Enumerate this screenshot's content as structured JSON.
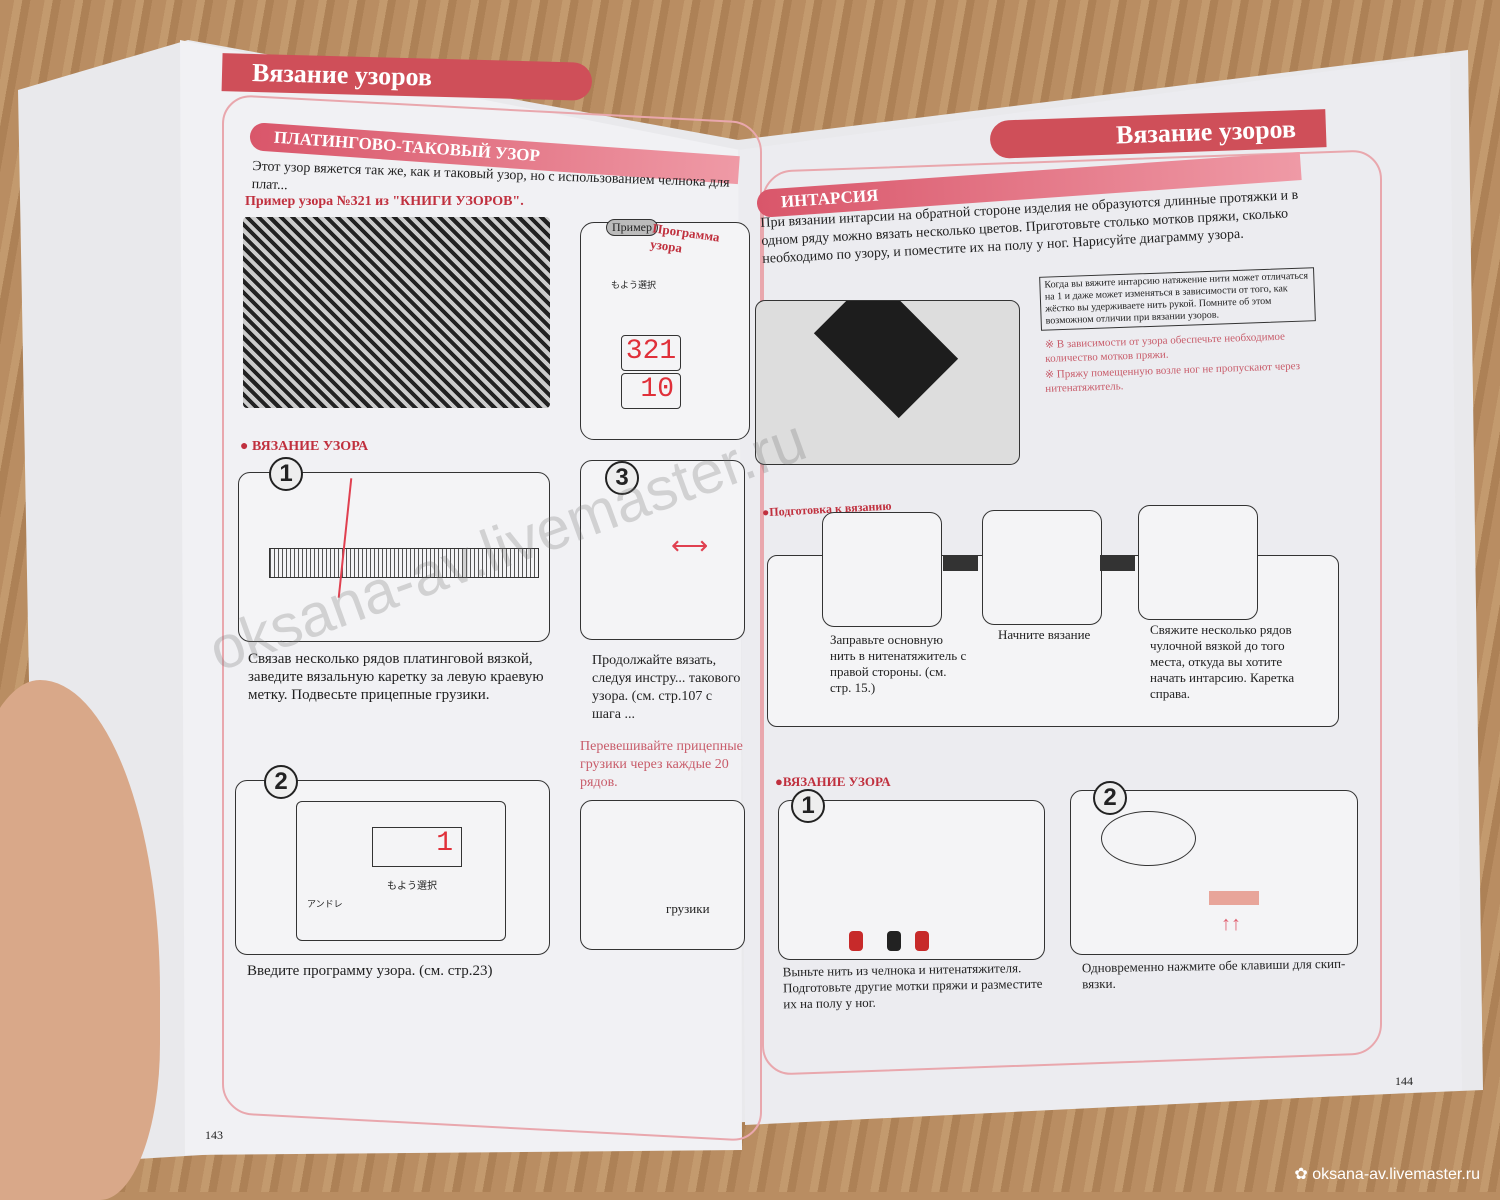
{
  "left_page": {
    "header": "Вязание узоров",
    "section": "ПЛАТИНГОВО-ТАКОВЫЙ УЗОР",
    "intro": "Этот узор вяжется так же, как и таковый узор, но с использованием челнока для плат...",
    "example": "Пример узора №321 из \"КНИГИ УЗОРОВ\".",
    "panel": {
      "badge": "Пример",
      "title": "Программа узора",
      "display1": "321",
      "display2": "10",
      "japanese": "もよう選択"
    },
    "knitting_heading": "● ВЯЗАНИЕ УЗОРА",
    "steps": [
      {
        "num": "1",
        "caption": "Связав несколько рядов платинговой вязкой, заведите вязальную каретку за левую краевую метку. Подвесьте прицепные грузики."
      },
      {
        "num": "3",
        "caption": "Продолжайте вязать, следуя инстру... такового узора. (см. стр.107 с шага ..."
      },
      {
        "num": "2",
        "caption": "Введите программу узора. (см. стр.23)",
        "display": "1",
        "label": "アンドレ",
        "japanese": "もよう選択"
      }
    ],
    "note": "Перевешивайте прицепные грузики через каждые 20 рядов.",
    "weights_label": "грузики",
    "page_number": "143"
  },
  "right_page": {
    "header": "Вязание узоров",
    "section": "ИНТАРСИЯ",
    "intro": "При вязании интарсии на обратной стороне изделия не образуются длинные протяжки и в одном ряду можно вязать несколько цветов. Приготовьте столько мотков пряжи, сколько необходимо по узору, и поместите их на полу у ног. Нарисуйте диаграмму узора.",
    "boxed_note": "Когда вы вяжите интарсию натяжение нити может отличаться на 1 и даже может изменяться в зависимости от того, как жёстко вы удерживаете нить рукой. Помните об этом возможном отличии при вязании узоров.",
    "notes": [
      "В зависимости от узора обеспечьте необходимое количество мотков пряжи.",
      "Пряжу помещенную возле ног не пропускают через нитенатяжитель."
    ],
    "prep_heading": "●Подготовка к вязанию",
    "prep_steps": [
      "Заправьте основную нить в нитенатяжитель с правой стороны. (см. стр. 15.)",
      "Начните вязание",
      "Свяжите несколько рядов чулочной вязкой до того места, откуда вы хотите начать интарсию. Каретка справа."
    ],
    "knitting_heading": "●ВЯЗАНИЕ УЗОРА",
    "steps": [
      {
        "num": "1",
        "caption": "Выньте нить из челнока и нитенатяжителя. Подготовьте другие мотки пряжи и разместите их на полу у ног."
      },
      {
        "num": "2",
        "caption": "Одновременно нажмите обе клавиши для скип-вязки."
      }
    ],
    "page_number": "144"
  },
  "watermark": "oksana-av.livemaster.ru",
  "footer": "oksana-av.livemaster.ru"
}
